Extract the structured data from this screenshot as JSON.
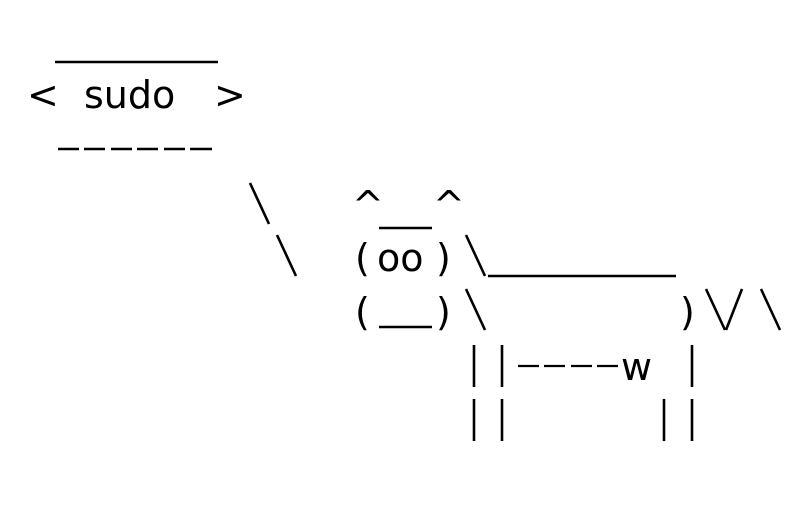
{
  "speech_bubble": {
    "open": "<",
    "message": "sudo",
    "close": ">"
  },
  "cow": {
    "left_ear": "^",
    "right_ear": "^",
    "eyes": "oo",
    "udder": "w"
  },
  "colors": {
    "background": "#ffffff",
    "ink": "#000000"
  }
}
